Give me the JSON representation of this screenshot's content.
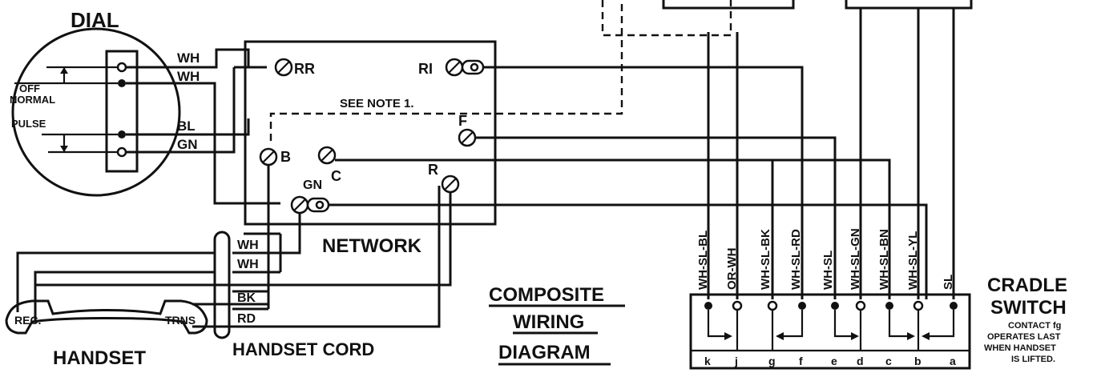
{
  "dial": {
    "title": "DIAL",
    "off_normal_line1": "OFF",
    "off_normal_line2": "NORMAL",
    "pulse": "PULSE",
    "wires": [
      "WH",
      "WH",
      "BL",
      "GN"
    ]
  },
  "network": {
    "title": "NETWORK",
    "terminals": [
      "RR",
      "RI",
      "F",
      "B",
      "C",
      "R",
      "GN"
    ],
    "note": "SEE NOTE 1."
  },
  "handset": {
    "title": "HANDSET",
    "rec": "REC.",
    "trns": "TRNS"
  },
  "handset_cord": {
    "title": "HANDSET CORD",
    "wires": [
      "WH",
      "WH",
      "BK",
      "RD"
    ]
  },
  "diagram_title": [
    "COMPOSITE",
    "WIRING",
    "DIAGRAM"
  ],
  "cradle_switch": {
    "title_line1": "CRADLE",
    "title_line2": "SWITCH",
    "note_lines": [
      "CONTACT fg",
      "OPERATES LAST",
      "WHEN HANDSET",
      "IS LIFTED."
    ],
    "wire_labels": [
      "WH-SL-BL",
      "OR-WH",
      "WH-SL-BK",
      "WH-SL-RD",
      "WH-SL",
      "WH-SL-GN",
      "WH-SL-BN",
      "WH-SL-YL",
      "SL"
    ],
    "contacts": [
      "k",
      "j",
      "g",
      "f",
      "e",
      "d",
      "c",
      "b",
      "a"
    ]
  }
}
